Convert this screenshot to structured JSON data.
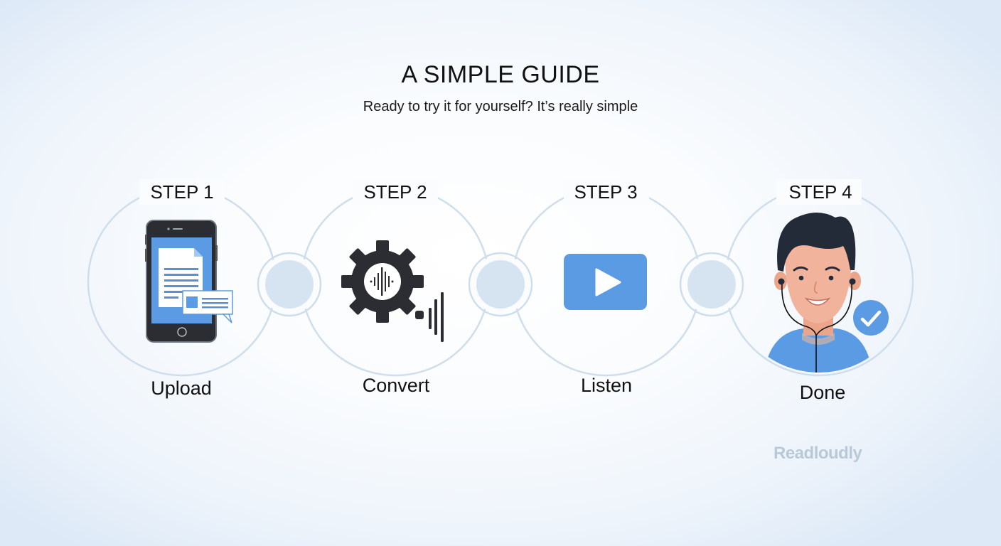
{
  "header": {
    "title": "A SIMPLE GUIDE",
    "subtitle": "Ready to try it for yourself? It’s really simple"
  },
  "steps": [
    {
      "label": "STEP 1",
      "name": "Upload",
      "icon": "phone-document-icon"
    },
    {
      "label": "STEP 2",
      "name": "Convert",
      "icon": "gear-soundwave-icon"
    },
    {
      "label": "STEP 3",
      "name": "Listen",
      "icon": "play-button-icon"
    },
    {
      "label": "STEP 4",
      "name": "Done",
      "icon": "person-headphones-check-icon"
    }
  ],
  "brand": {
    "name": "Readloudly"
  },
  "colors": {
    "ring": "#cfdeec",
    "connector": "#d6e4f2",
    "accent_blue": "#5b9be3",
    "dark": "#2b2d33"
  }
}
